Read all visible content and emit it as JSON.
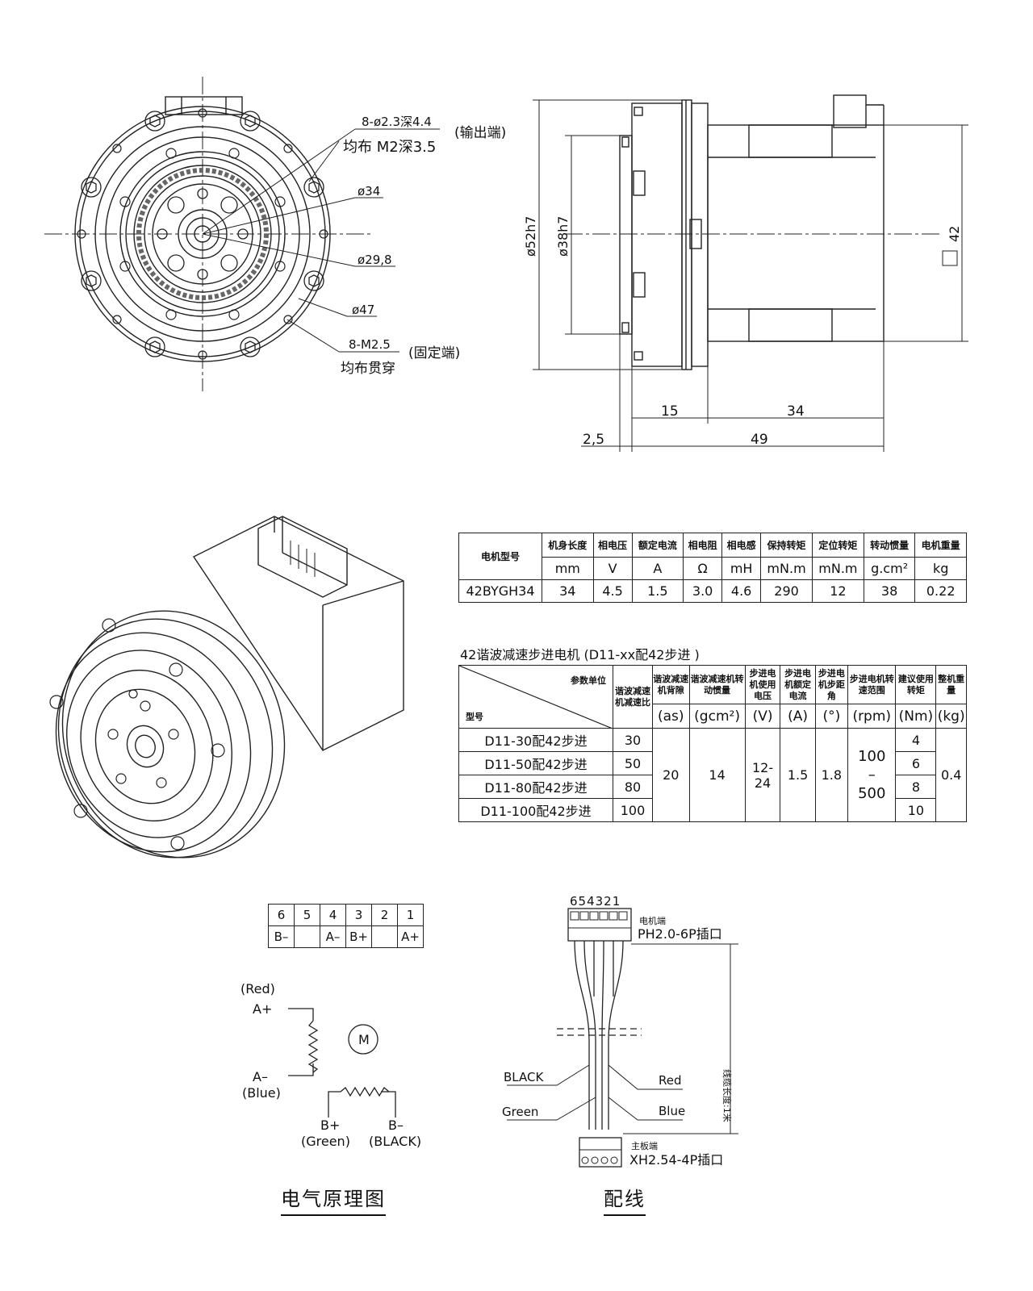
{
  "front_view": {
    "label_holes_out_spec": "8-ø2.3深4.4",
    "label_holes_out_thread": "均布 M2深3.5",
    "label_out_end": "(输出端)",
    "label_d34": "ø34",
    "label_d29": "ø29,8",
    "label_d47": "ø47",
    "label_holes_fix_spec": "8-M2.5",
    "label_holes_fix_note": "均布贯穿",
    "label_fix_end": "(固定端)"
  },
  "side_view": {
    "label_d52": "ø52h7",
    "label_d38": "ø38h7",
    "label_42": "42",
    "label_15": "15",
    "label_34": "34",
    "label_25": "2,5",
    "label_49": "49"
  },
  "motor_table": {
    "header_model": "电机型号",
    "headers": [
      "机身长度",
      "相电压",
      "额定电流",
      "相电阻",
      "相电感",
      "保持转矩",
      "定位转矩",
      "转动惯量",
      "电机重量"
    ],
    "units": [
      "mm",
      "V",
      "A",
      "Ω",
      "mH",
      "mN.m",
      "mN.m",
      "g.cm²",
      "kg"
    ],
    "row": [
      "42BYGH34",
      "34",
      "4.5",
      "1.5",
      "3.0",
      "4.6",
      "290",
      "12",
      "38",
      "0.22"
    ]
  },
  "reducer_table": {
    "title": "42谐波减速步进电机 (D11-xx配42步进 )",
    "corner_param": "参数单位",
    "corner_model": "型号",
    "col_ratio": "谐波减速机减速比",
    "headers": [
      "谐波减速机背隙",
      "谐波减速机转动惯量",
      "步进电机使用电压",
      "步进电机额定电流",
      "步进电机步距角",
      "步进电机转速范围",
      "建议使用转矩",
      "整机重量"
    ],
    "units": [
      "(as)",
      "(gcm²)",
      "(V)",
      "(A)",
      "(°)",
      "(rpm)",
      "(Nm)",
      "(kg)"
    ],
    "models": [
      "D11-30配42步进",
      "D11-50配42步进",
      "D11-80配42步进",
      "D11-100配42步进"
    ],
    "ratios": [
      "30",
      "50",
      "80",
      "100"
    ],
    "backlash": "20",
    "inertia": "14",
    "voltage": "12-24",
    "current": "1.5",
    "step_angle": "1.8",
    "speed_top": "100",
    "speed_mid": "–",
    "speed_bottom": "500",
    "torques": [
      "4",
      "6",
      "8",
      "10"
    ],
    "weight": "0.4"
  },
  "pin_table": {
    "numbers": [
      "6",
      "5",
      "4",
      "3",
      "2",
      "1"
    ],
    "signals": [
      "B–",
      "",
      "A–",
      "B+",
      "",
      "A+"
    ]
  },
  "schematic": {
    "red": "(Red)",
    "a_plus": "A+",
    "a_minus": "A–",
    "blue": "(Blue)",
    "motor": "M",
    "b_plus": "B+",
    "green_paren": "(Green)",
    "b_minus": "B–",
    "black_paren": "(BLACK)",
    "caption": "电气原理图"
  },
  "wiring": {
    "pin_numbers": "654321",
    "motor_end": "电机端",
    "motor_connector": "PH2.0-6P插口",
    "length": "线缆长度:1米",
    "black": "BLACK",
    "green": "Green",
    "red": "Red",
    "blue": "Blue",
    "board_end": "主板端",
    "board_connector": "XH2.54-4P插口",
    "caption": "配线"
  }
}
